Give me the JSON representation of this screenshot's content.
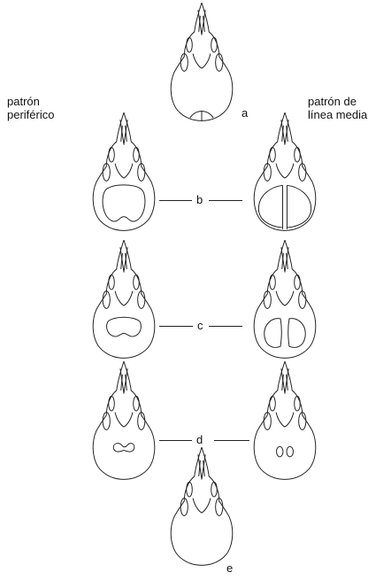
{
  "labels": {
    "left_title_1": "patrón",
    "left_title_2": "periférico",
    "right_title_1": "patrón de",
    "right_title_2": "línea media",
    "a": "a",
    "b": "b",
    "c": "c",
    "d": "d",
    "e": "e"
  }
}
